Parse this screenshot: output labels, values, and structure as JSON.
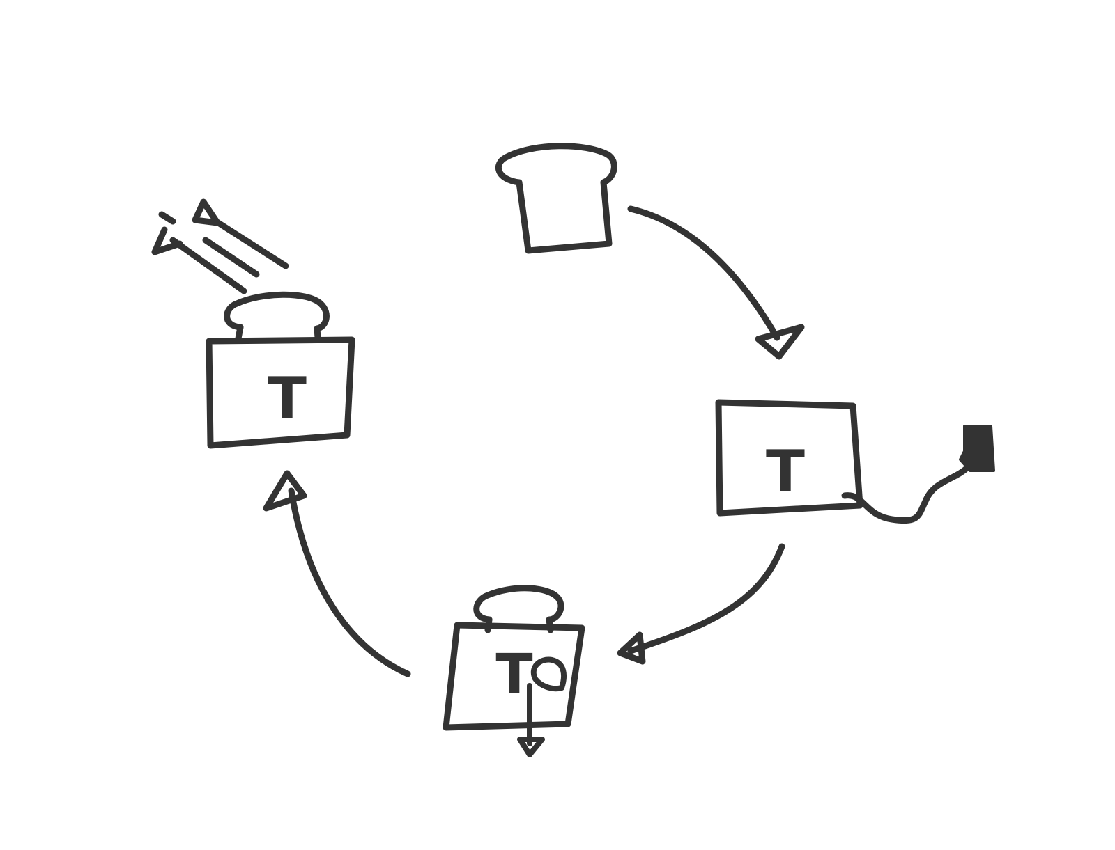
{
  "diagram": {
    "ink_color": "#333333",
    "background_color": "#ffffff",
    "nodes": [
      {
        "id": "bread-slice",
        "label": ""
      },
      {
        "id": "toaster-plugged-in",
        "label": "T"
      },
      {
        "id": "toaster-lever-pressed",
        "label": "T"
      },
      {
        "id": "toaster-popping",
        "label": "T"
      }
    ],
    "edges": [
      {
        "from": "bread-slice",
        "to": "toaster-plugged-in"
      },
      {
        "from": "toaster-plugged-in",
        "to": "toaster-lever-pressed"
      },
      {
        "from": "toaster-lever-pressed",
        "to": "toaster-popping"
      }
    ]
  }
}
